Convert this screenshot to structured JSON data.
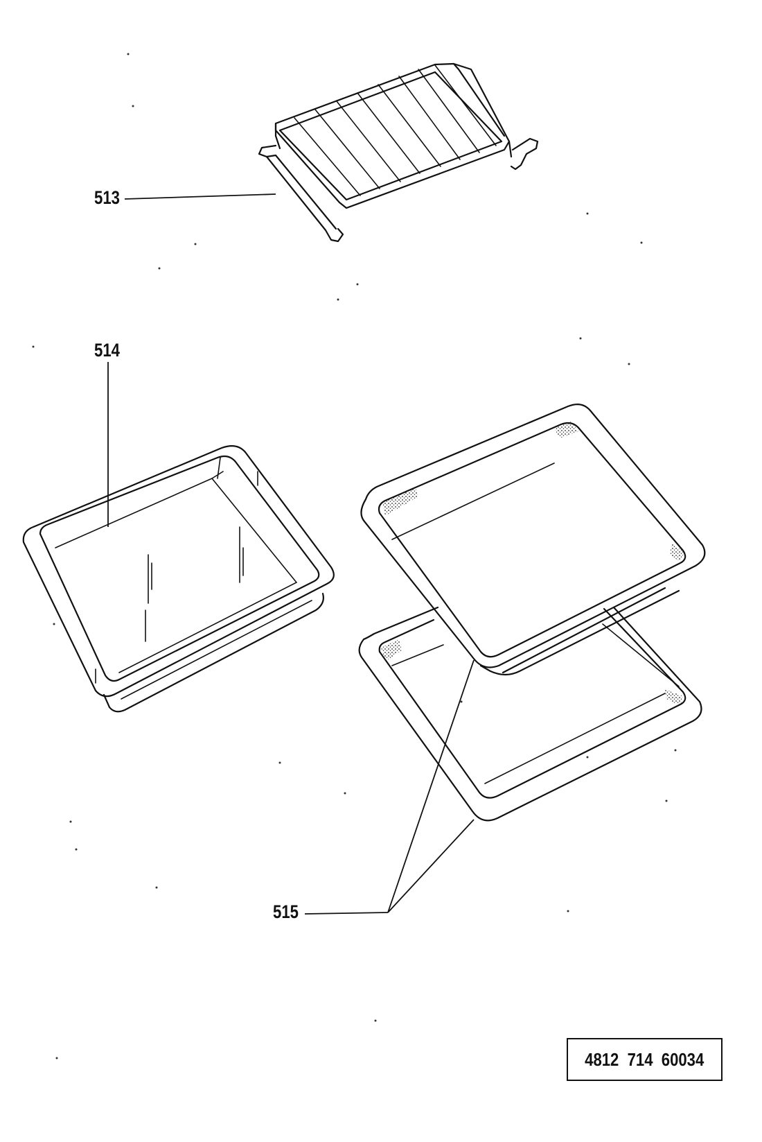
{
  "callouts": {
    "rack": "513",
    "deep_pan": "514",
    "flat_trays": "515"
  },
  "document_number": "4812  714  60034"
}
